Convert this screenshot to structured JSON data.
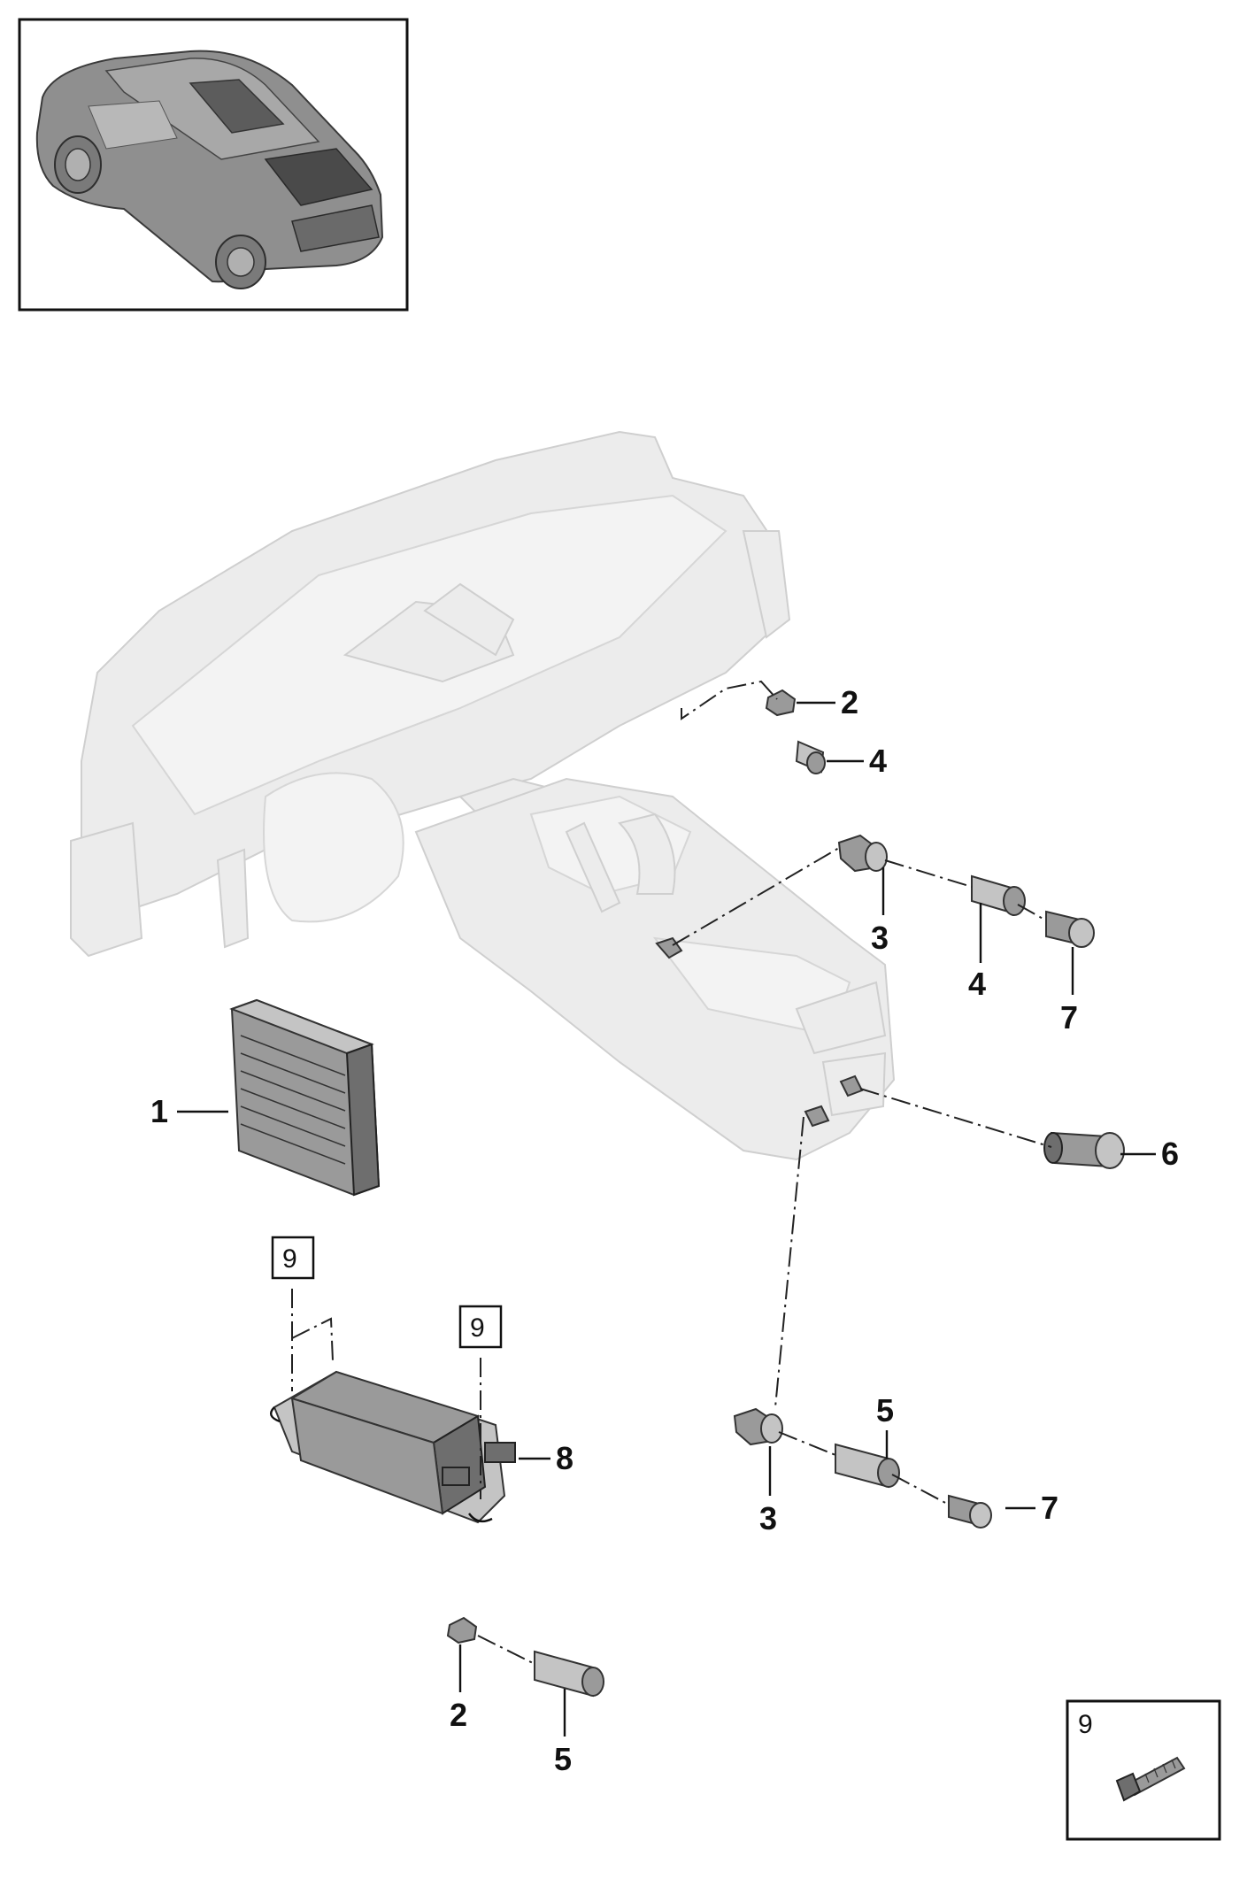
{
  "callouts": {
    "c1": "1",
    "c2a": "2",
    "c2b": "2",
    "c3a": "3",
    "c3b": "3",
    "c4a": "4",
    "c4b": "4",
    "c5a": "5",
    "c5b": "5",
    "c6": "6",
    "c7a": "7",
    "c7b": "7",
    "c8": "8"
  },
  "boxed_refs": {
    "b9a": "9",
    "b9b": "9"
  },
  "legend": {
    "number": "9"
  }
}
